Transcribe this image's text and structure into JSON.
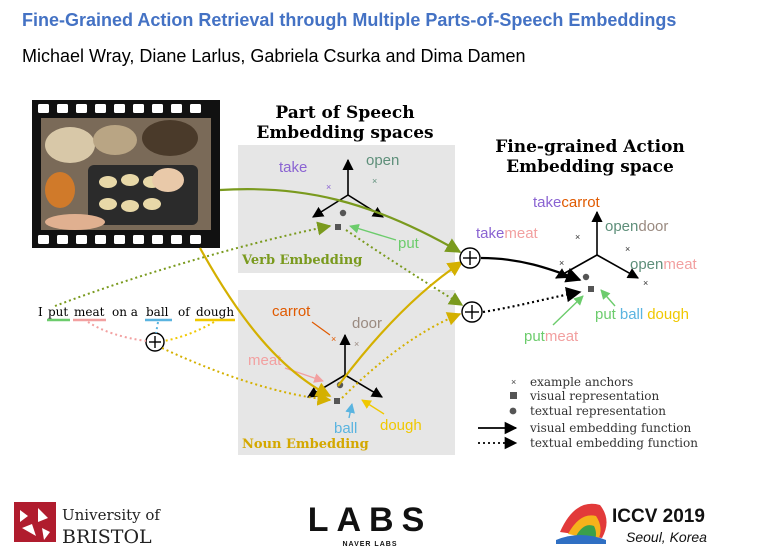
{
  "header": {
    "title": "Fine-Grained Action Retrieval through Multiple Parts-of-Speech Embeddings",
    "authors": "Michael Wray, Diane Larlus, Gabriela Csurka and Dima Damen"
  },
  "pos_panel": {
    "title_line1": "Part of Speech",
    "title_line2": "Embedding spaces",
    "verb": {
      "label": "Verb Embedding",
      "take": "take",
      "open": "open",
      "put": "put"
    },
    "noun": {
      "label": "Noun Embedding",
      "carrot": "carrot",
      "door": "door",
      "meat": "meat",
      "ball": "ball",
      "dough": "dough"
    }
  },
  "fine_panel": {
    "title_line1": "Fine-grained Action",
    "title_line2": "Embedding space",
    "take_carrot": {
      "verb": "take",
      "noun": "carrot"
    },
    "open_door": {
      "verb": "open",
      "noun": "door"
    },
    "take_meat": {
      "verb": "take",
      "noun": "meat"
    },
    "open_meat": {
      "verb": "open",
      "noun": "meat"
    },
    "put_ball_dough": {
      "verb": "put",
      "noun1": "ball",
      "noun2": "dough"
    },
    "put_meat": {
      "verb": "put",
      "noun": "meat"
    }
  },
  "sentence": {
    "w1": "I",
    "w2": "put",
    "w3": "meat",
    "w4": "on a",
    "w5": "ball",
    "w6": "of",
    "w7": "dough"
  },
  "operators": {
    "plus": "⊕"
  },
  "legend": {
    "anchors": "example anchors",
    "visual_rep": "visual representation",
    "textual_rep": "textual representation",
    "visual_fn": "visual embedding function",
    "textual_fn": "textual embedding function"
  },
  "logos": {
    "bristol_line1": "University of",
    "bristol_line2": "BRISTOL",
    "labs_main": "LABS",
    "labs_sub": "NAVER LABS",
    "iccv_main": "ICCV 2019",
    "iccv_sub": "Seoul, Korea"
  },
  "colors": {
    "title": "#4472c4",
    "panel": "#e6e6e6",
    "verb_green": "#7a9a1e",
    "noun_gold": "#c8a400",
    "take": "#8a63d2",
    "open": "#5e8f7a",
    "put": "#6ccc6c",
    "carrot": "#e05a00",
    "door": "#9a8a80",
    "meat": "#f2a0a0",
    "ball": "#5ab4e0",
    "dough": "#f0c800"
  }
}
